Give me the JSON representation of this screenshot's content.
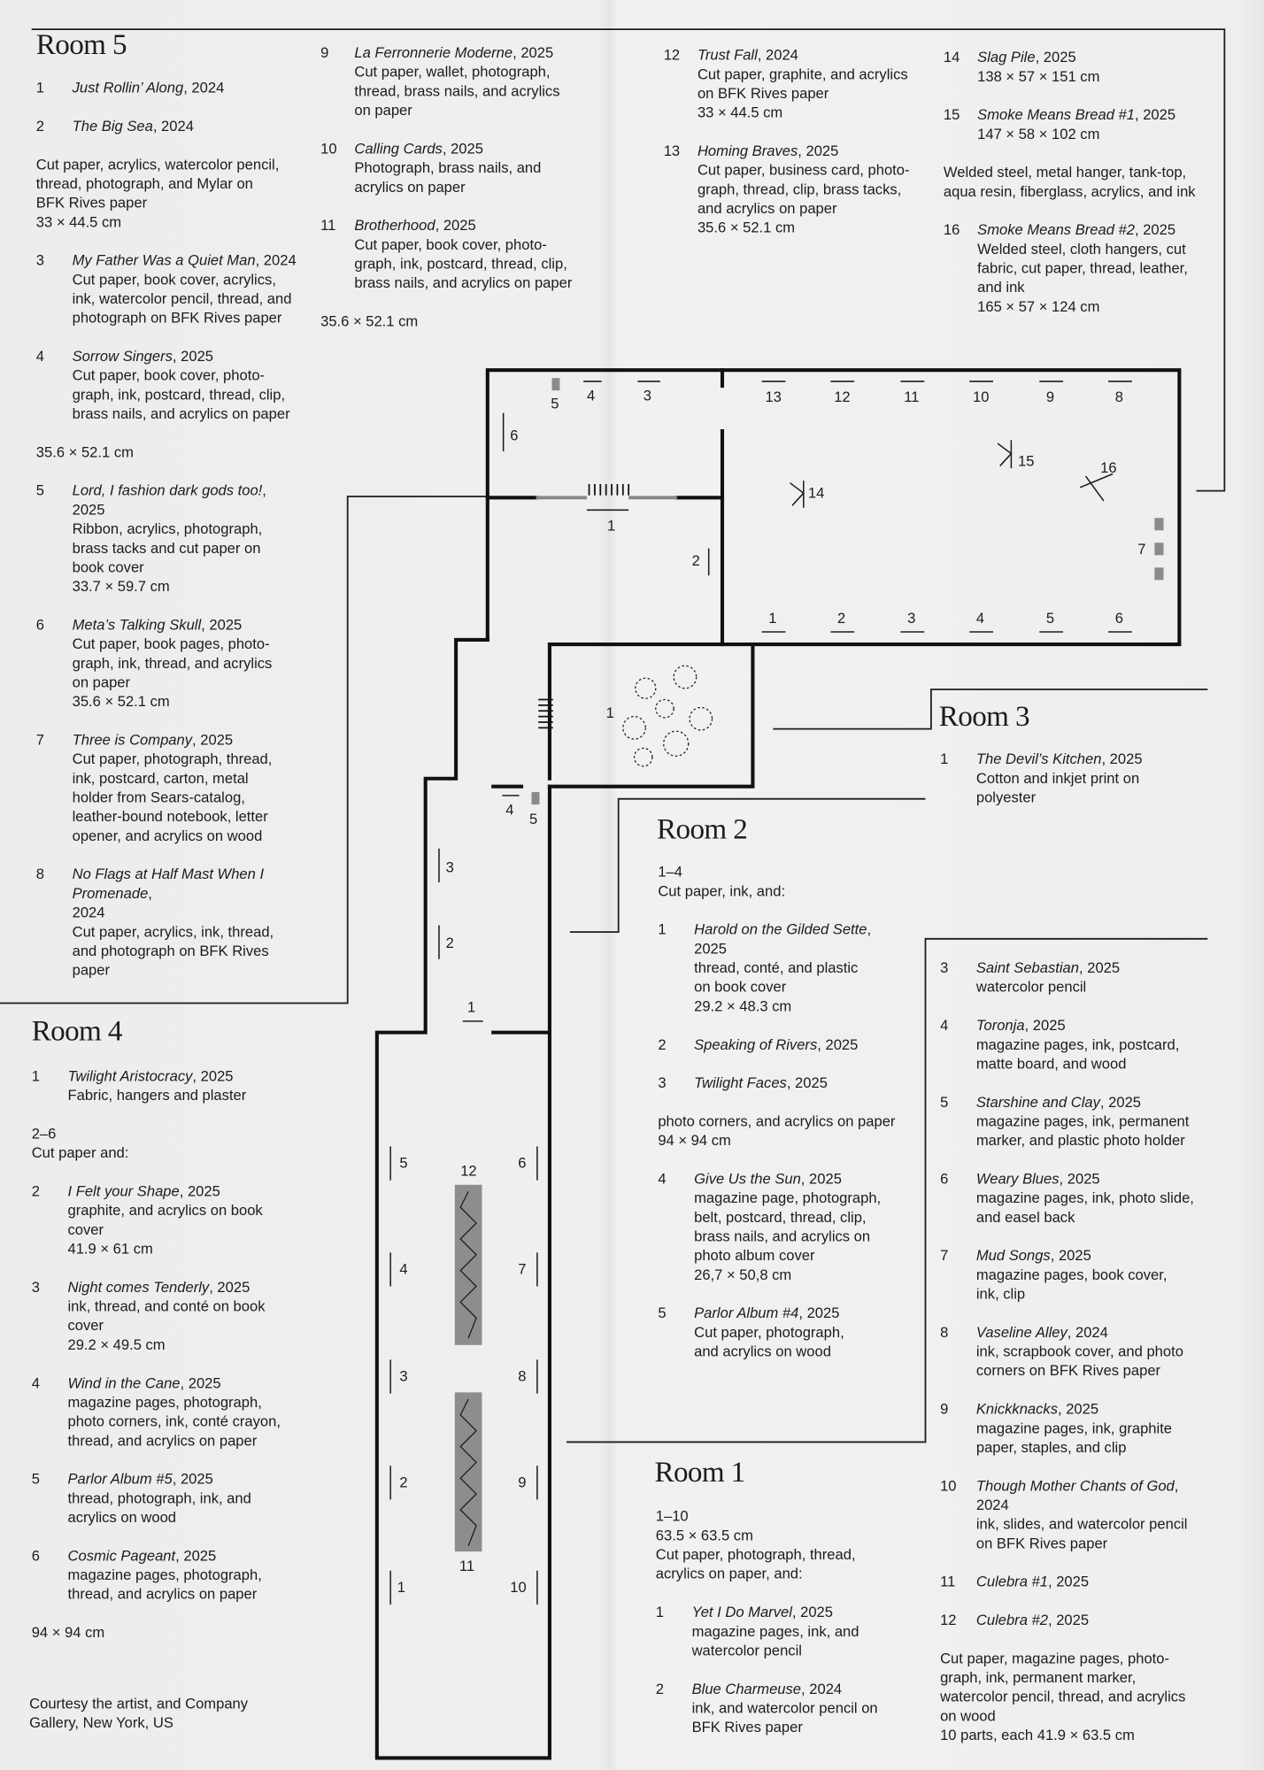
{
  "room5": {
    "title": "Room 5",
    "col1": [
      {
        "n": "1",
        "title": "Just Rollin’ Along",
        "year": "2024",
        "desc": []
      },
      {
        "n": "2",
        "title": "The Big Sea",
        "year": "2024",
        "desc": []
      },
      {
        "note": [
          "Cut paper, acrylics, watercolor pencil,",
          "thread, photograph, and Mylar on",
          "BFK Rives paper",
          "33 × 44.5 cm"
        ]
      },
      {
        "n": "3",
        "title": "My Father Was a Quiet Man",
        "year": "2024",
        "desc": [
          "Cut paper, book cover, acrylics,",
          "ink, watercolor pencil, thread, and",
          "photograph on BFK Rives paper"
        ]
      },
      {
        "n": "4",
        "title": "Sorrow Singers",
        "year": "2025",
        "desc": [
          "Cut paper, book cover, photo-",
          "graph, ink, postcard, thread, clip,",
          "brass nails, and acrylics on paper"
        ]
      },
      {
        "note": [
          "35.6 × 52.1 cm"
        ]
      },
      {
        "n": "5",
        "title": "Lord, I fashion dark gods too!",
        "year": "2025",
        "year_break": true,
        "desc": [
          "Ribbon, acrylics, photograph,",
          "brass tacks and cut paper on",
          "book cover",
          "33.7 × 59.7 cm"
        ]
      },
      {
        "n": "6",
        "title": "Meta’s Talking Skull",
        "year": "2025",
        "desc": [
          "Cut paper, book pages, photo-",
          "graph, ink, thread, and acrylics",
          "on paper",
          "35.6 × 52.1 cm"
        ]
      },
      {
        "n": "7",
        "title": "Three is Company",
        "year": "2025",
        "desc": [
          "Cut paper, photograph, thread,",
          "ink, postcard, carton, metal",
          "holder from Sears-catalog,",
          "leather-bound notebook, letter",
          "opener, and acrylics on wood"
        ]
      },
      {
        "n": "8",
        "title": "No Flags at Half Mast When I\nPromenade",
        "year": "2024",
        "year_break": true,
        "desc": [
          "Cut paper, acrylics, ink, thread,",
          "and photograph on BFK Rives",
          "paper"
        ]
      }
    ],
    "col2": [
      {
        "n": "9",
        "title": "La Ferronnerie Moderne",
        "year": "2025",
        "desc": [
          "Cut paper, wallet, photograph,",
          "thread, brass nails, and acrylics",
          "on paper"
        ]
      },
      {
        "n": "10",
        "title": "Calling Cards",
        "year": "2025",
        "desc": [
          "Photograph, brass nails, and",
          "acrylics on paper"
        ]
      },
      {
        "n": "11",
        "title": "Brotherhood",
        "year": "2025",
        "desc": [
          "Cut paper, book cover, photo-",
          "graph, ink, postcard, thread, clip,",
          "brass nails, and acrylics on paper"
        ]
      },
      {
        "note": [
          "35.6 × 52.1 cm"
        ]
      }
    ],
    "col3": [
      {
        "n": "12",
        "title": "Trust Fall",
        "year": "2024",
        "desc": [
          "Cut paper, graphite, and acrylics",
          "on BFK Rives paper",
          "33 × 44.5 cm"
        ]
      },
      {
        "n": "13",
        "title": "Homing Braves",
        "year": "2025",
        "desc": [
          "Cut paper, business card, photo-",
          "graph, thread, clip, brass tacks,",
          "and acrylics on paper",
          "35.6 × 52.1 cm"
        ]
      }
    ],
    "col4": [
      {
        "n": "14",
        "title": "Slag Pile",
        "year": "2025",
        "desc": [
          "138 × 57 × 151 cm"
        ]
      },
      {
        "n": "15",
        "title": "Smoke Means Bread #1",
        "year": "2025",
        "desc": [
          "147 × 58 × 102 cm"
        ]
      },
      {
        "note": [
          "Welded steel, metal hanger, tank-top,",
          "aqua resin, fiberglass, acrylics, and ink"
        ]
      },
      {
        "n": "16",
        "title": "Smoke Means Bread #2",
        "year": "2025",
        "desc": [
          "Welded steel, cloth hangers, cut",
          "fabric, cut paper, thread, leather,",
          "and ink",
          "165 × 57 × 124 cm"
        ]
      }
    ]
  },
  "room3": {
    "title": "Room 3",
    "list": [
      {
        "n": "1",
        "title": "The Devil’s Kitchen",
        "year": "2025",
        "desc": [
          "Cotton and inkjet print on",
          "polyester"
        ]
      }
    ]
  },
  "room2": {
    "title": "Room 2",
    "list": [
      {
        "note": [
          "1–4",
          "Cut paper, ink, and:"
        ]
      },
      {
        "n": "1",
        "title": "Harold on the Gilded Sette",
        "year": "2025",
        "year_break": true,
        "desc": [
          "thread, conté, and plastic",
          "on book cover",
          "29.2 × 48.3 cm"
        ]
      },
      {
        "n": "2",
        "title": "Speaking of Rivers",
        "year": "2025",
        "desc": []
      },
      {
        "n": "3",
        "title": "Twilight Faces",
        "year": "2025",
        "desc": []
      },
      {
        "note": [
          "photo corners, and acrylics on paper",
          "94 × 94 cm"
        ]
      },
      {
        "n": "4",
        "title": "Give Us the Sun",
        "year": "2025",
        "desc": [
          "magazine page, photograph,",
          "belt, postcard, thread, clip,",
          "brass nails, and acrylics on",
          "photo album cover",
          "26,7 × 50,8 cm"
        ]
      },
      {
        "n": "5",
        "title": "Parlor Album #4",
        "year": "2025",
        "desc": [
          "Cut paper, photograph,",
          "and acrylics on wood"
        ]
      }
    ]
  },
  "room1": {
    "title": "Room 1",
    "col1": [
      {
        "note": [
          "1–10",
          "63.5 × 63.5 cm",
          "Cut paper, photograph, thread,",
          "acrylics on paper, and:"
        ]
      },
      {
        "n": "1",
        "title": "Yet I Do Marvel",
        "year": "2025",
        "desc": [
          "magazine pages, ink, and",
          "watercolor pencil"
        ]
      },
      {
        "n": "2",
        "title": "Blue Charmeuse",
        "year": "2024",
        "desc": [
          "ink, and watercolor pencil on",
          "BFK Rives paper"
        ]
      }
    ],
    "col2": [
      {
        "n": "3",
        "title": "Saint Sebastian",
        "year": "2025",
        "desc": [
          "watercolor pencil"
        ]
      },
      {
        "n": "4",
        "title": "Toronja",
        "year": "2025",
        "desc": [
          "magazine pages, ink, postcard,",
          "matte board, and wood"
        ]
      },
      {
        "n": "5",
        "title": "Starshine and Clay",
        "year": "2025",
        "desc": [
          "magazine pages, ink, permanent",
          "marker, and plastic photo holder"
        ]
      },
      {
        "n": "6",
        "title": "Weary Blues",
        "year": "2025",
        "desc": [
          "magazine pages, ink, photo slide,",
          "and easel back"
        ]
      },
      {
        "n": "7",
        "title": "Mud Songs",
        "year": "2025",
        "desc": [
          "magazine pages, book cover,",
          "ink, clip"
        ]
      },
      {
        "n": "8",
        "title": "Vaseline Alley",
        "year": "2024",
        "desc": [
          "ink, scrapbook cover, and photo",
          "corners on BFK Rives paper"
        ]
      },
      {
        "n": "9",
        "title": "Knickknacks",
        "year": "2025",
        "desc": [
          "magazine pages, ink, graphite",
          "paper, staples, and clip"
        ]
      },
      {
        "n": "10",
        "title": "Though Mother Chants of God",
        "year": "2024",
        "year_break": true,
        "desc": [
          "ink, slides, and watercolor pencil",
          "on BFK Rives paper"
        ]
      },
      {
        "n": "11",
        "title": "Culebra #1",
        "year": "2025",
        "desc": []
      },
      {
        "n": "12",
        "title": "Culebra #2",
        "year": "2025",
        "desc": []
      },
      {
        "note": [
          "Cut paper, magazine pages, photo-",
          "graph, ink, permanent marker,",
          "watercolor pencil, thread, and acrylics",
          "on wood",
          "10 parts, each 41.9 × 63.5 cm"
        ]
      }
    ]
  },
  "room4": {
    "title": "Room 4",
    "list": [
      {
        "n": "1",
        "title": "Twilight Aristocracy",
        "year": "2025",
        "desc": [
          "Fabric, hangers and plaster"
        ]
      },
      {
        "note": [
          "2–6",
          "Cut paper and:"
        ]
      },
      {
        "n": "2",
        "title": "I Felt your Shape",
        "year": "2025",
        "desc": [
          "graphite, and acrylics on book",
          "cover",
          "41.9 × 61 cm"
        ]
      },
      {
        "n": "3",
        "title": "Night comes Tenderly",
        "year": "2025",
        "desc": [
          "ink, thread, and conté on book",
          "cover",
          "29.2 × 49.5 cm"
        ]
      },
      {
        "n": "4",
        "title": "Wind in the Cane",
        "year": "2025",
        "desc": [
          "magazine pages, photograph,",
          "photo corners, ink, conté crayon,",
          "thread, and acrylics on paper"
        ]
      },
      {
        "n": "5",
        "title": "Parlor Album #5",
        "year": "2025",
        "desc": [
          "thread, photograph, ink, and",
          "acrylics on wood"
        ]
      },
      {
        "n": "6",
        "title": "Cosmic Pageant",
        "year": "2025",
        "desc": [
          "magazine pages, photograph,",
          "thread, and acrylics on paper"
        ]
      },
      {
        "note": [
          "94 × 94 cm"
        ]
      }
    ],
    "credit": [
      "Courtesy the artist, and Company",
      "Gallery, New York, US"
    ]
  },
  "floorplan": {
    "room5": [
      "1",
      "2",
      "3",
      "4",
      "5",
      "6"
    ],
    "upper": [
      "1",
      "2",
      "3",
      "4",
      "5",
      "6",
      "7",
      "8",
      "9",
      "10",
      "11",
      "12",
      "13",
      "14",
      "15",
      "16"
    ],
    "room3": [
      "1",
      "4",
      "5"
    ],
    "corridor": [
      "1",
      "2",
      "3"
    ],
    "room4": [
      "1",
      "2",
      "3",
      "4",
      "5",
      "6",
      "7",
      "8",
      "9",
      "10",
      "11",
      "12"
    ]
  }
}
